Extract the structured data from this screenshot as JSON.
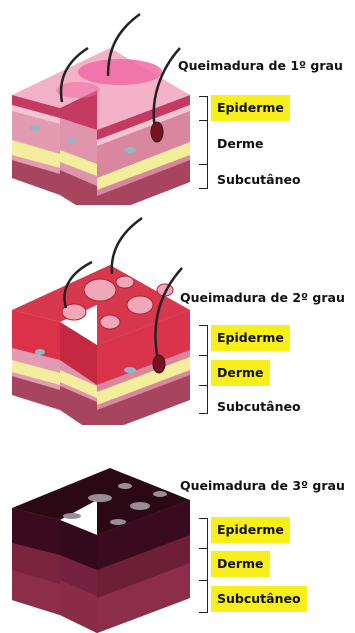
{
  "burns": [
    {
      "title": "Queimadura de 1º grau",
      "layers": [
        "Epiderme",
        "Derme",
        "Subcutâneo"
      ],
      "highlighted": [
        true,
        false,
        false
      ]
    },
    {
      "title": "Queimadura de 2º grau",
      "layers": [
        "Epiderme",
        "Derme",
        "Subcutâneo"
      ],
      "highlighted": [
        true,
        true,
        false
      ]
    },
    {
      "title": "Queimadura de 3º grau",
      "layers": [
        "Epiderme",
        "Derme",
        "Subcutâneo"
      ],
      "highlighted": [
        true,
        true,
        true
      ]
    }
  ],
  "colors": {
    "highlight": "#f7ee1b",
    "epidermis": "#e79ab4",
    "dermis": "#e6a2b6",
    "fat": "#f2ee9c",
    "subcutaneous": "#a8455e",
    "burn_1st": "#f06aa4",
    "burn_2nd": "#d9263e",
    "burn_3rd": "#4a1026"
  }
}
